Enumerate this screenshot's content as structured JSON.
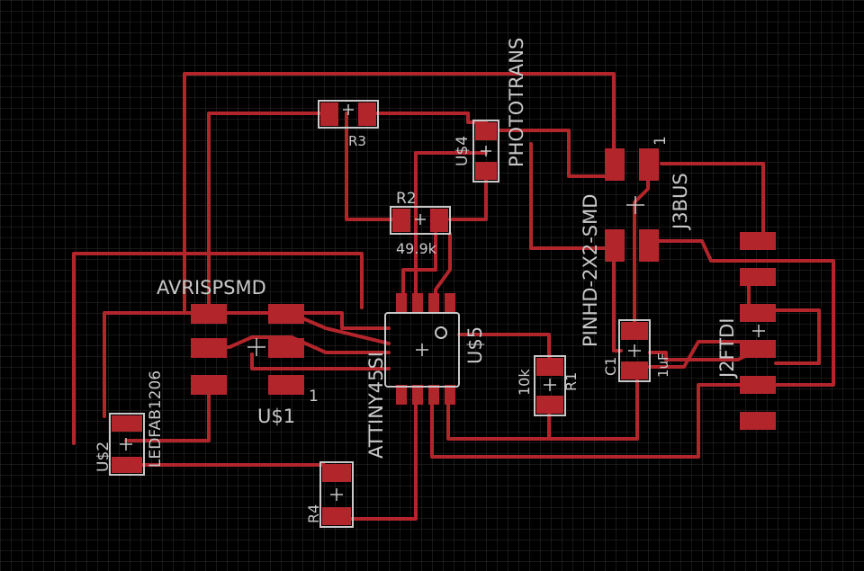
{
  "colors": {
    "background": "#000000",
    "grid": "#2e2e2e",
    "trace": "#b1252b",
    "pad": "#b1252b",
    "silkscreen": "#c8c8c8"
  },
  "labels": {
    "avrispsmd": "AVRISPSMD",
    "us1": "U$1",
    "pin1_avr": "1",
    "ledfab": "LEDFAB1206",
    "us2": "U$2",
    "r3": "R3",
    "r2": "R2",
    "r2_value": "49.9k",
    "us4": "U$4",
    "phototrans": "PHOTOTRANS",
    "pinhd": "PINHD-2X2-SMD",
    "j3bus": "J3BUS",
    "pin1_j3": "1",
    "attiny": "ATTINY45SI",
    "us5": "U$5",
    "r1": "R1",
    "r1_value": "10k",
    "c1": "C1",
    "c1_value": "1uF",
    "j2ftdi": "J2FTDI",
    "r4": "R4"
  }
}
